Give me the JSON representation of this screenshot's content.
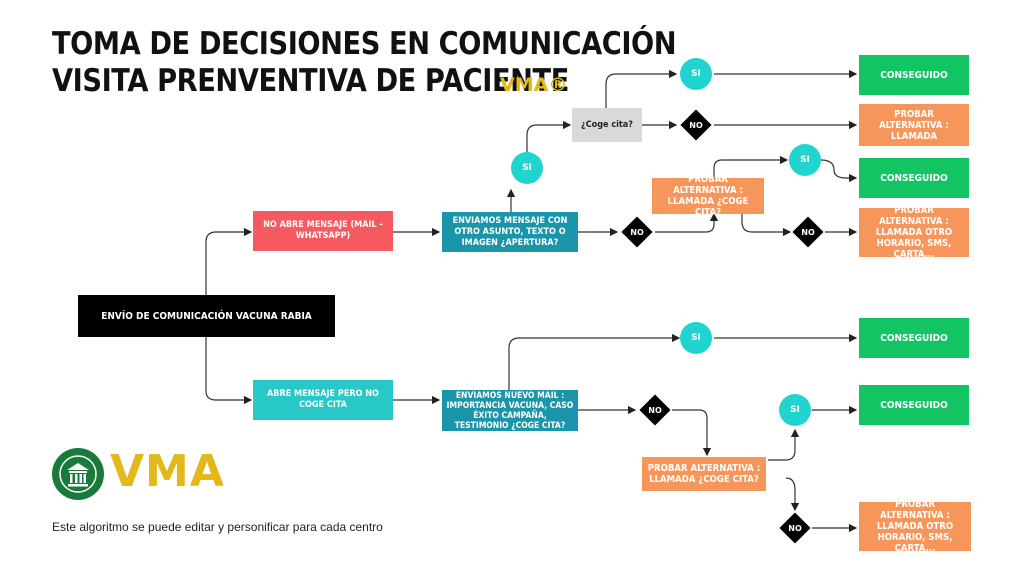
{
  "title": {
    "line1": "TOMA DE DECISIONES EN COMUNICACIÓN",
    "line2": "VISITA PRENVENTIVA DE PACIENTE",
    "brand": "VMA®"
  },
  "nodes": {
    "start": "Envío de comunicación vacuna rabia",
    "no_abre": "No abre mensaje (Mail - Whatsapp)",
    "abre": "Abre mensaje pero no coge cita",
    "enviamos_otro": "Enviamos mensaje con otro asunto, texto o imagen ¿Apertura?",
    "enviamos_nuevo": "Enviamos nuevo mail : Importancia vacuna, caso éxito campaña, testimonio ¿Coge cita?",
    "coge_cita": "¿Coge cita?",
    "conseguido_1": "CONSEGUIDO",
    "conseguido_2": "CONSEGUIDO",
    "conseguido_3": "CONSEGUIDO",
    "conseguido_4": "CONSEGUIDO",
    "alt_llamada": "PROBAR ALTERNATIVA : LLAMADA",
    "alt_llamada_cita_1": "PROBAR ALTERNATIVA : LLAMADA ¿COGE CITA?",
    "alt_llamada_cita_2": "PROBAR ALTERNATIVA : LLAMADA ¿COGE CITA?",
    "alt_otro_horario_1": "PROBAR ALTERNATIVA : LLAMADA OTRO HORARIO, SMS, CARTA...",
    "alt_otro_horario_2": "PROBAR ALTERNATIVA : LLAMADA OTRO HORARIO, SMS, CARTA..."
  },
  "yes_label": "SI",
  "no_label": "NO",
  "logo": {
    "text": "VMA"
  },
  "footer": "Este algoritmo se puede editar y personificar para cada centro",
  "colors": {
    "black": "#000000",
    "red": "#f45a5f",
    "cyan": "#29c8c8",
    "teal": "#1b95aa",
    "gray": "#d9d9d9",
    "green": "#12c462",
    "orange": "#f7965a",
    "gold": "#e3b81a",
    "logo_green": "#1a7a3c"
  }
}
